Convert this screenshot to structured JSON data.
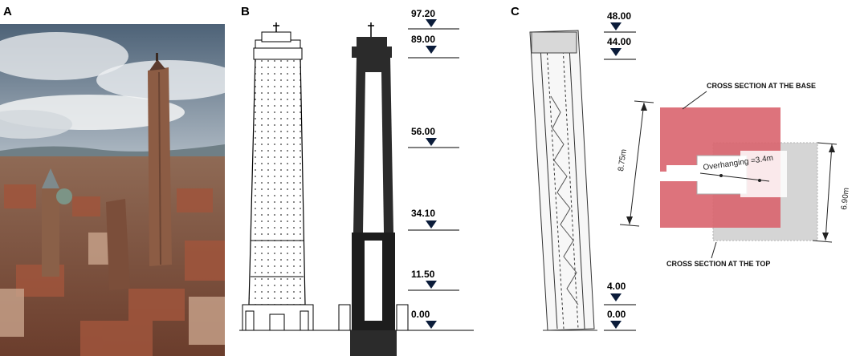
{
  "panels": {
    "a": "A",
    "b": "B",
    "c": "C"
  },
  "levels_b": [
    "97.20",
    "89.00",
    "56.00",
    "34.10",
    "11.50",
    "0.00"
  ],
  "levels_c": [
    "48.00",
    "44.00",
    "4.00",
    "0.00"
  ],
  "cross_section": {
    "base_label": "CROSS SECTION AT THE BASE",
    "top_label": "CROSS SECTION AT THE TOP",
    "overhang_label": "Overhanging =3.4m",
    "dim_left": "8.75m",
    "dim_right": "6.90m"
  },
  "colors": {
    "base_section": "#d9646e",
    "top_section": "#c8c8c8",
    "level_marker": "#0b1c3a"
  }
}
